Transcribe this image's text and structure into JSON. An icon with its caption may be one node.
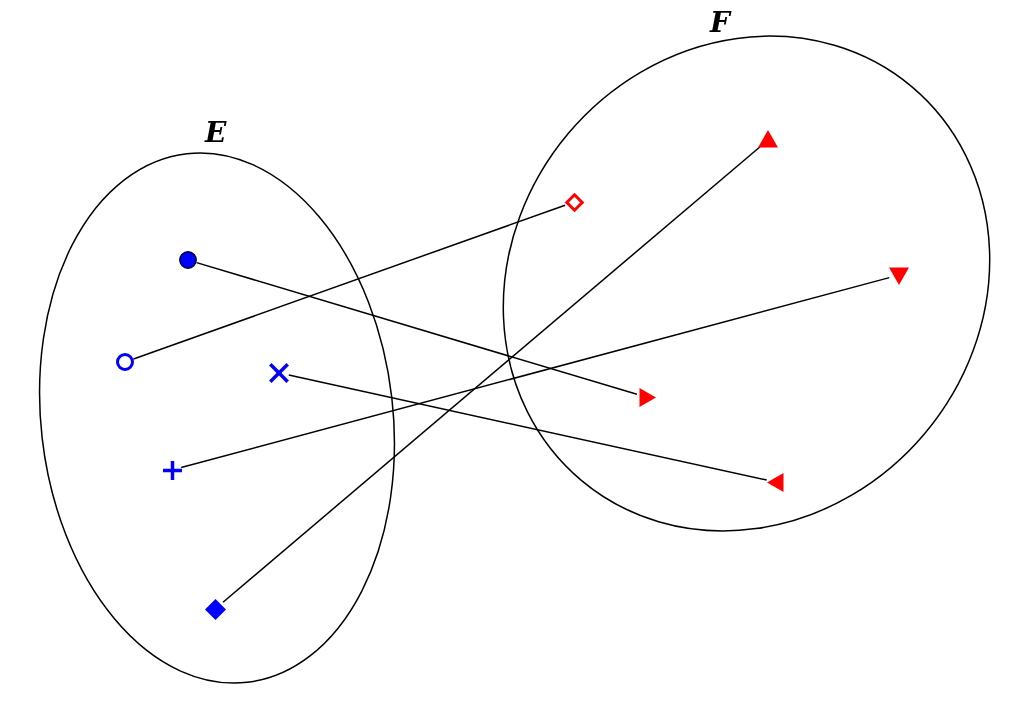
{
  "diagram": {
    "nodes": [
      {
        "text": [
          "E"
        ]
      },
      {
        "text": [],
        "shape": "circle",
        "in": 0
      },
      {
        "text": [],
        "shape": "circle",
        "in": 0
      },
      {
        "text": [],
        "shape": "cross",
        "in": 0
      },
      {
        "text": [],
        "shape": "plus",
        "in": 0
      },
      {
        "text": [],
        "shape": "diamond",
        "in": 0
      },
      {
        "text": [
          "F"
        ]
      },
      {
        "text": [],
        "shape": "triangle",
        "in": 6
      },
      {
        "text": [],
        "shape": "diamond",
        "in": 6
      },
      {
        "text": [],
        "shape": "triangle",
        "in": 6
      },
      {
        "text": [],
        "shape": "triangle",
        "in": 6
      },
      {
        "text": [],
        "shape": "triangle",
        "in": 6
      }
    ],
    "edges": [
      {
        "from": 1,
        "to": 10,
        "arrow": "none"
      },
      {
        "from": 2,
        "to": 8,
        "arrow": "none"
      },
      {
        "from": 3,
        "to": 11,
        "arrow": "none"
      },
      {
        "from": 4,
        "to": 9,
        "arrow": "none"
      },
      {
        "from": 5,
        "to": 7,
        "arrow": "none"
      }
    ]
  }
}
